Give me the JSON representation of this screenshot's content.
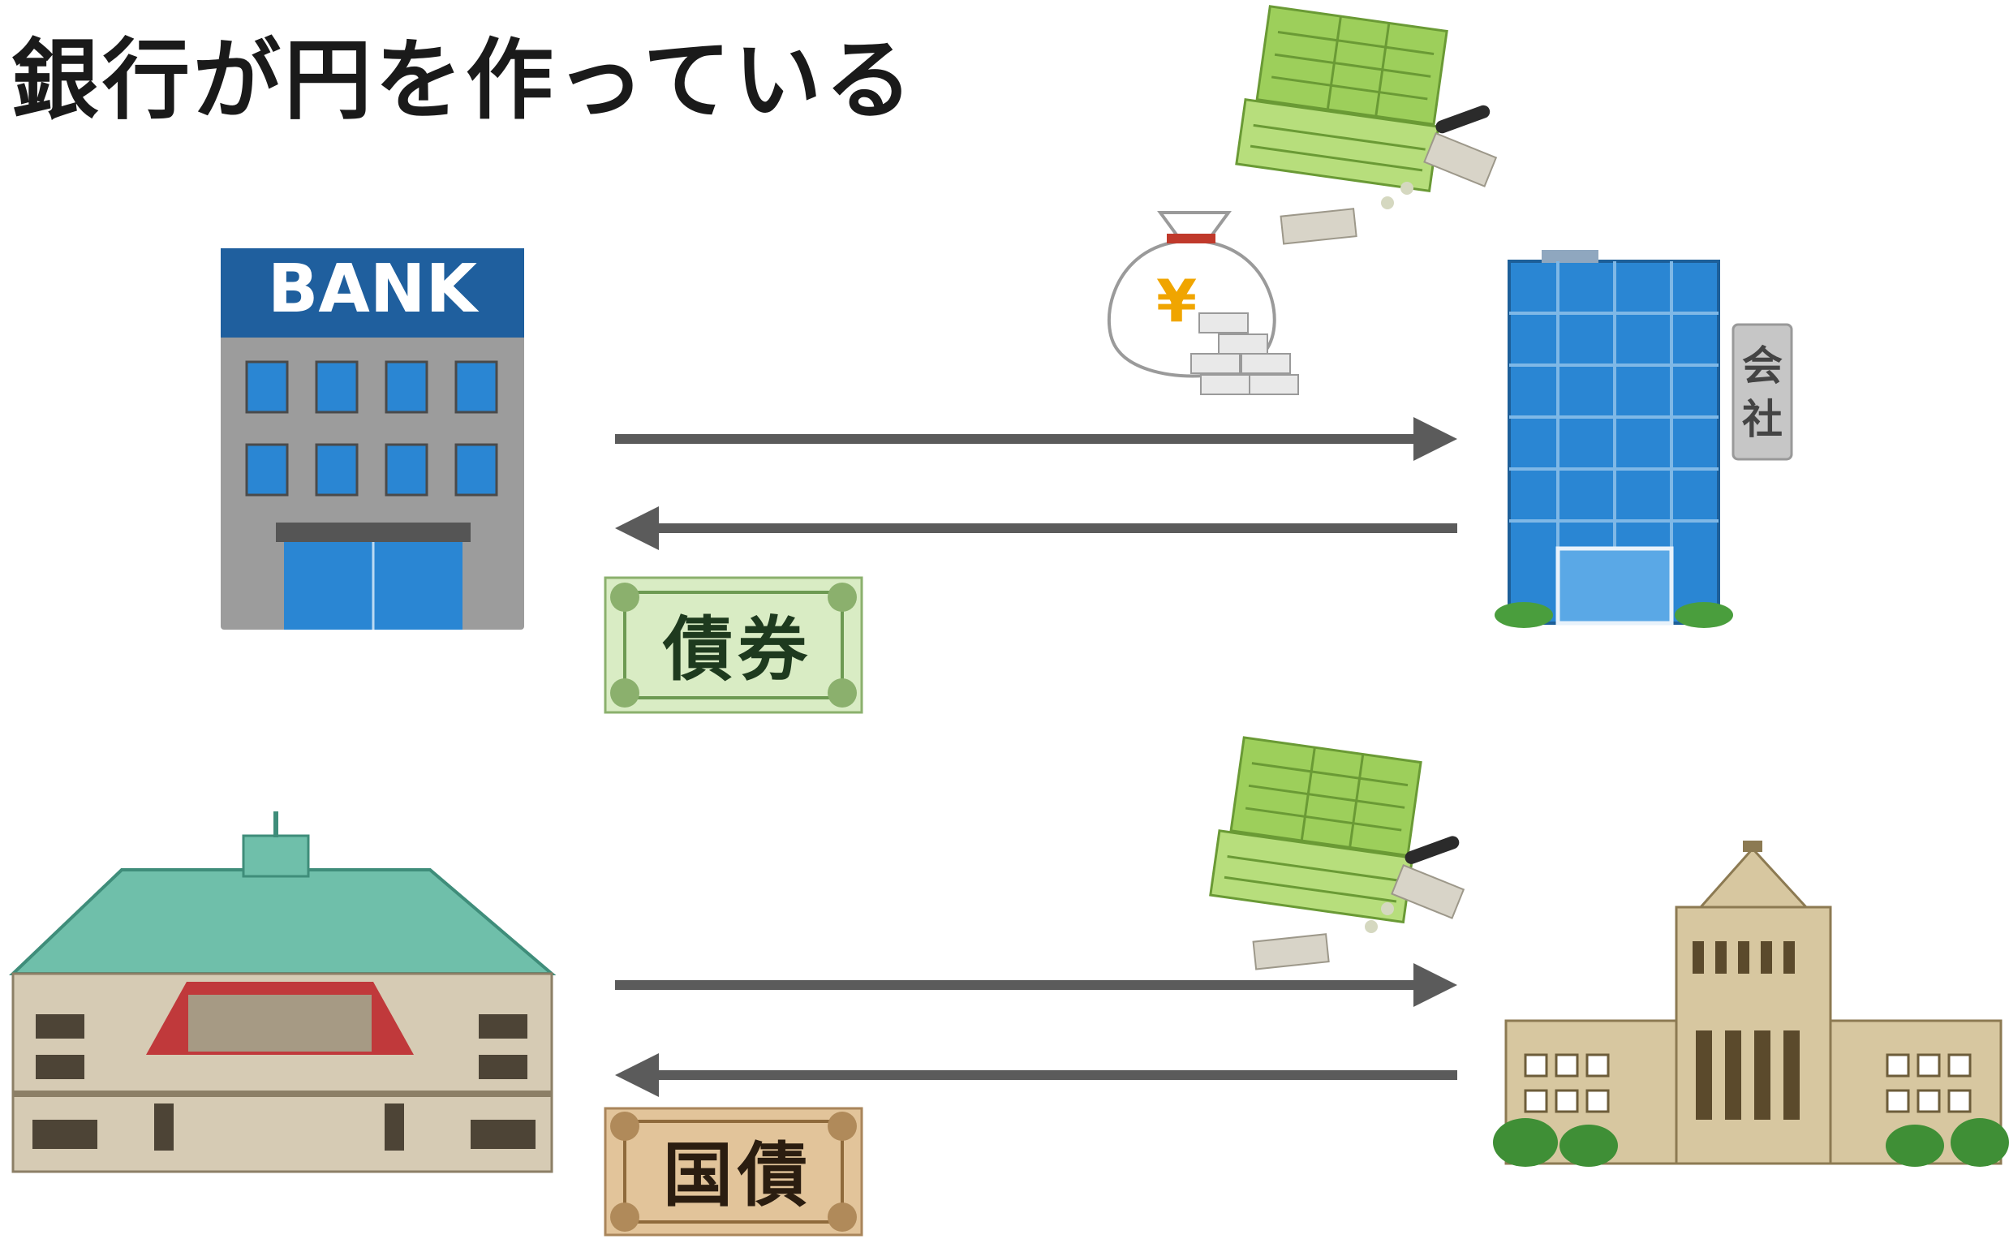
{
  "title": "銀行が円を作っている",
  "bank": {
    "sign": "BANK"
  },
  "company": {
    "sign_chars": [
      "会",
      "社"
    ]
  },
  "bond_card": {
    "chars": [
      "債",
      "券"
    ]
  },
  "jgb_card": {
    "chars": [
      "国",
      "債"
    ]
  },
  "moneybag": {
    "symbol": "¥"
  },
  "colors": {
    "arrow": "#5b5b5b",
    "bank_blue": "#1f5f9e",
    "building_blue": "#2a86d3",
    "passbook_green": "#9dcf5b",
    "bond_green": "#d9ecc4",
    "jgb_tan": "#e2c49a",
    "roof_teal": "#6fbfaa",
    "diet_beige": "#d7c7a0"
  }
}
